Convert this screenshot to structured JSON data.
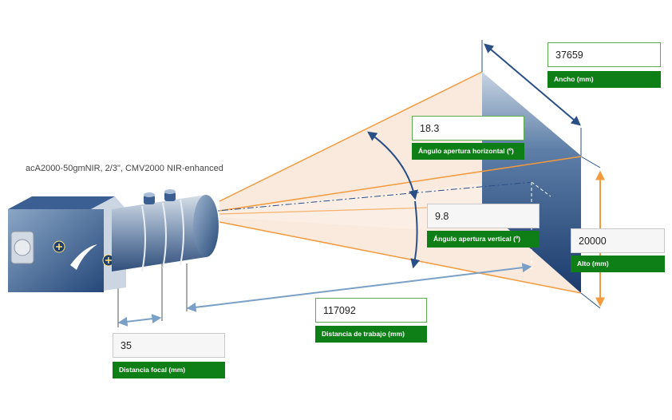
{
  "camera": {
    "model_label": "acA2000-50gmNIR, 2/3\", CMV2000 NIR-enhanced"
  },
  "fields": {
    "width": {
      "value": "37659",
      "label": "Ancho (mm)"
    },
    "horizontal_angle": {
      "value": "18.3",
      "label": "Ángulo apertura horizontal (º)"
    },
    "vertical_angle": {
      "value": "9.8",
      "label": "Ángulo apertura vertical (º)"
    },
    "height": {
      "value": "20000",
      "label": "Alto (mm)"
    },
    "working_distance": {
      "value": "117092",
      "label": "Distancia de trabajo (mm)"
    },
    "focal_length": {
      "value": "35",
      "label": "Distancia focal (mm)"
    }
  },
  "colors": {
    "caption_bg": "#0e7f16",
    "frustum_edge": "#f29a3c",
    "frustum_fill": "#f9e6d8",
    "dimension_arrow": "#2a4f86",
    "height_arrow": "#f29a3c",
    "distance_arrow": "#7aa0c8"
  }
}
